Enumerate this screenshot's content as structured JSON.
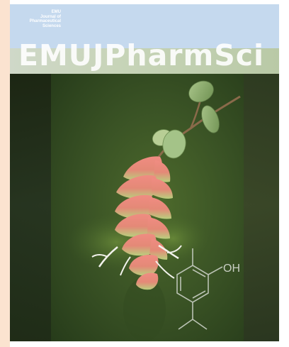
{
  "cover": {
    "small_title_lines": [
      "EMU",
      "Journal of",
      "Pharmaceutical",
      "Sciences"
    ],
    "masthead_title": "EMUJPharmSci",
    "structure_label": "OH"
  },
  "colors": {
    "masthead_bg": "#c5d9ee",
    "left_strip": "#fbe3d0",
    "bract_pink": "#e9857d",
    "bract_green": "#b9cf7e"
  },
  "icons": [
    "thymol-structure-icon",
    "flower-illustration"
  ]
}
